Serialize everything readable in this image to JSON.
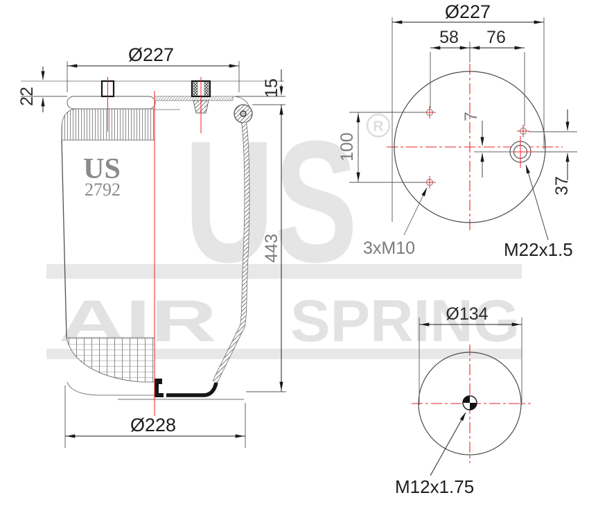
{
  "watermark": {
    "brand": "US",
    "registered": "R",
    "word_air": "AIR",
    "word_spring": "SPRING"
  },
  "side_view": {
    "top_diameter": "Ø227",
    "stud_height": "22",
    "plate_to_bead_height": "15",
    "assembly_height": "443",
    "bottom_diameter": "Ø228",
    "logo_brand": "US",
    "logo_part_number": "2792"
  },
  "top_view": {
    "plate_diameter": "Ø227",
    "stud_offset_left": "58",
    "fitting_offset_right": "76",
    "stud_spacing_vertical": "100",
    "fitting_center_offset": "7",
    "fitting_vertical_spacing": "37",
    "stud_thread": "3xM10",
    "air_fitting_thread": "M22x1.5"
  },
  "bottom_view": {
    "piston_diameter": "Ø134",
    "bolt_thread": "M12x1.75"
  }
}
